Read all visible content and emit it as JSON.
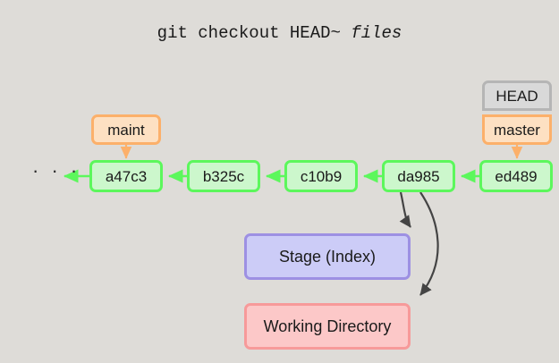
{
  "title": {
    "command": "git checkout HEAD~ ",
    "argument": "files"
  },
  "colors": {
    "background": "#dedcd8",
    "commit_fill": "#ccf7cc",
    "commit_border": "#5cf75c",
    "branch_fill": "#fde0c2",
    "branch_border": "#fcb06a",
    "head_fill": "#d9d9d9",
    "head_border": "#b5b5b5",
    "stage_fill": "#ccccf7",
    "stage_border": "#9d90e3",
    "working_fill": "#fcc8c8",
    "working_border": "#f79a9a",
    "arrow_dark": "#444444"
  },
  "graph": {
    "ellipsis": "· · ·",
    "commits": [
      {
        "label": "a47c3"
      },
      {
        "label": "b325c"
      },
      {
        "label": "c10b9"
      },
      {
        "label": "da985"
      },
      {
        "label": "ed489"
      }
    ],
    "refs": {
      "maint": "maint",
      "head": "HEAD",
      "master": "master"
    },
    "areas": {
      "stage": "Stage (Index)",
      "working_directory": "Working Directory"
    }
  }
}
